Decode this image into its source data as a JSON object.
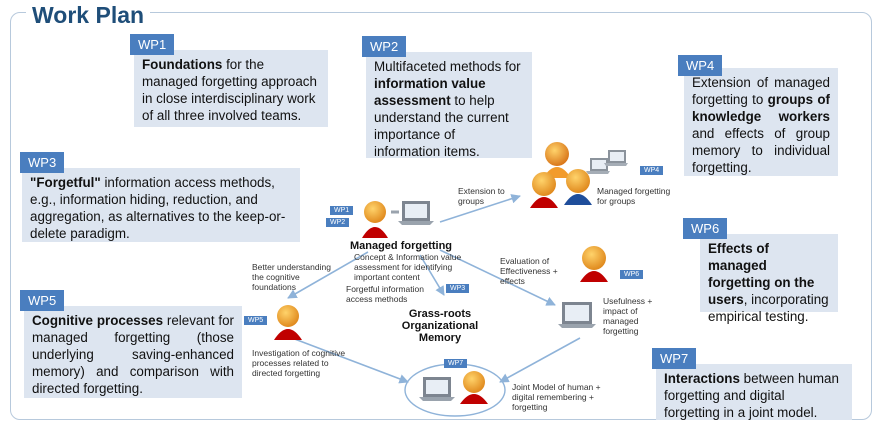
{
  "title": "Work Plan",
  "wp1": {
    "tag": "WP1",
    "bold": "Foundations",
    "text": " for the managed forgetting approach in close interdisciplinary work of all three involved teams."
  },
  "wp2": {
    "tag": "WP2",
    "pre": "Multifaceted methods for ",
    "bold": "information value assessment",
    "text": " to help understand the current importance of information items."
  },
  "wp3": {
    "tag": "WP3",
    "bold": "\"Forgetful\"",
    "text": " information access methods, e.g., information hiding, reduction, and aggregation, as alternatives to the keep-or-delete paradigm."
  },
  "wp4": {
    "tag": "WP4",
    "pre": "Extension of managed forgetting to ",
    "bold": "groups of knowledge workers",
    "text": " and effects of group memory to individual forgetting."
  },
  "wp5": {
    "tag": "WP5",
    "bold": "Cognitive processes",
    "text": " relevant for managed forgetting (those underlying saving-enhanced memory) and comparison with directed forgetting."
  },
  "wp6": {
    "tag": "WP6",
    "bold": "Effects of managed forgetting on the users",
    "text": ", incorporating empirical testing."
  },
  "wp7": {
    "tag": "WP7",
    "bold": "Interactions",
    "text": " between human forgetting and digital forgetting in a joint model."
  },
  "diagram": {
    "center_title": "Managed forgetting",
    "center_sub": "Concept & Information value assessment for identifying important content",
    "extension": "Extension to groups",
    "managed_groups": "Managed forgetting for groups",
    "better_understanding": "Better understanding the cognitive foundations",
    "forgetful_access": "Forgetful information access methods",
    "grassroots": "Grass-roots Organizational Memory",
    "evaluation": "Evaluation of Effectiveness + effects",
    "usefulness": "Usefulness + impact of managed forgetting",
    "investigation": "Investigation of cognitive processes related to directed forgetting",
    "joint_model": "Joint Model of human + digital remembering + forgetting",
    "tags": {
      "wp1": "WP1",
      "wp2": "WP2",
      "wp3": "WP3",
      "wp4": "WP4",
      "wp5": "WP5",
      "wp6": "WP6",
      "wp7": "WP7"
    }
  },
  "colors": {
    "accent": "#4a7ebf",
    "box": "#dde5f0",
    "title": "#1f4e79",
    "arrow": "#8fb3d9"
  }
}
